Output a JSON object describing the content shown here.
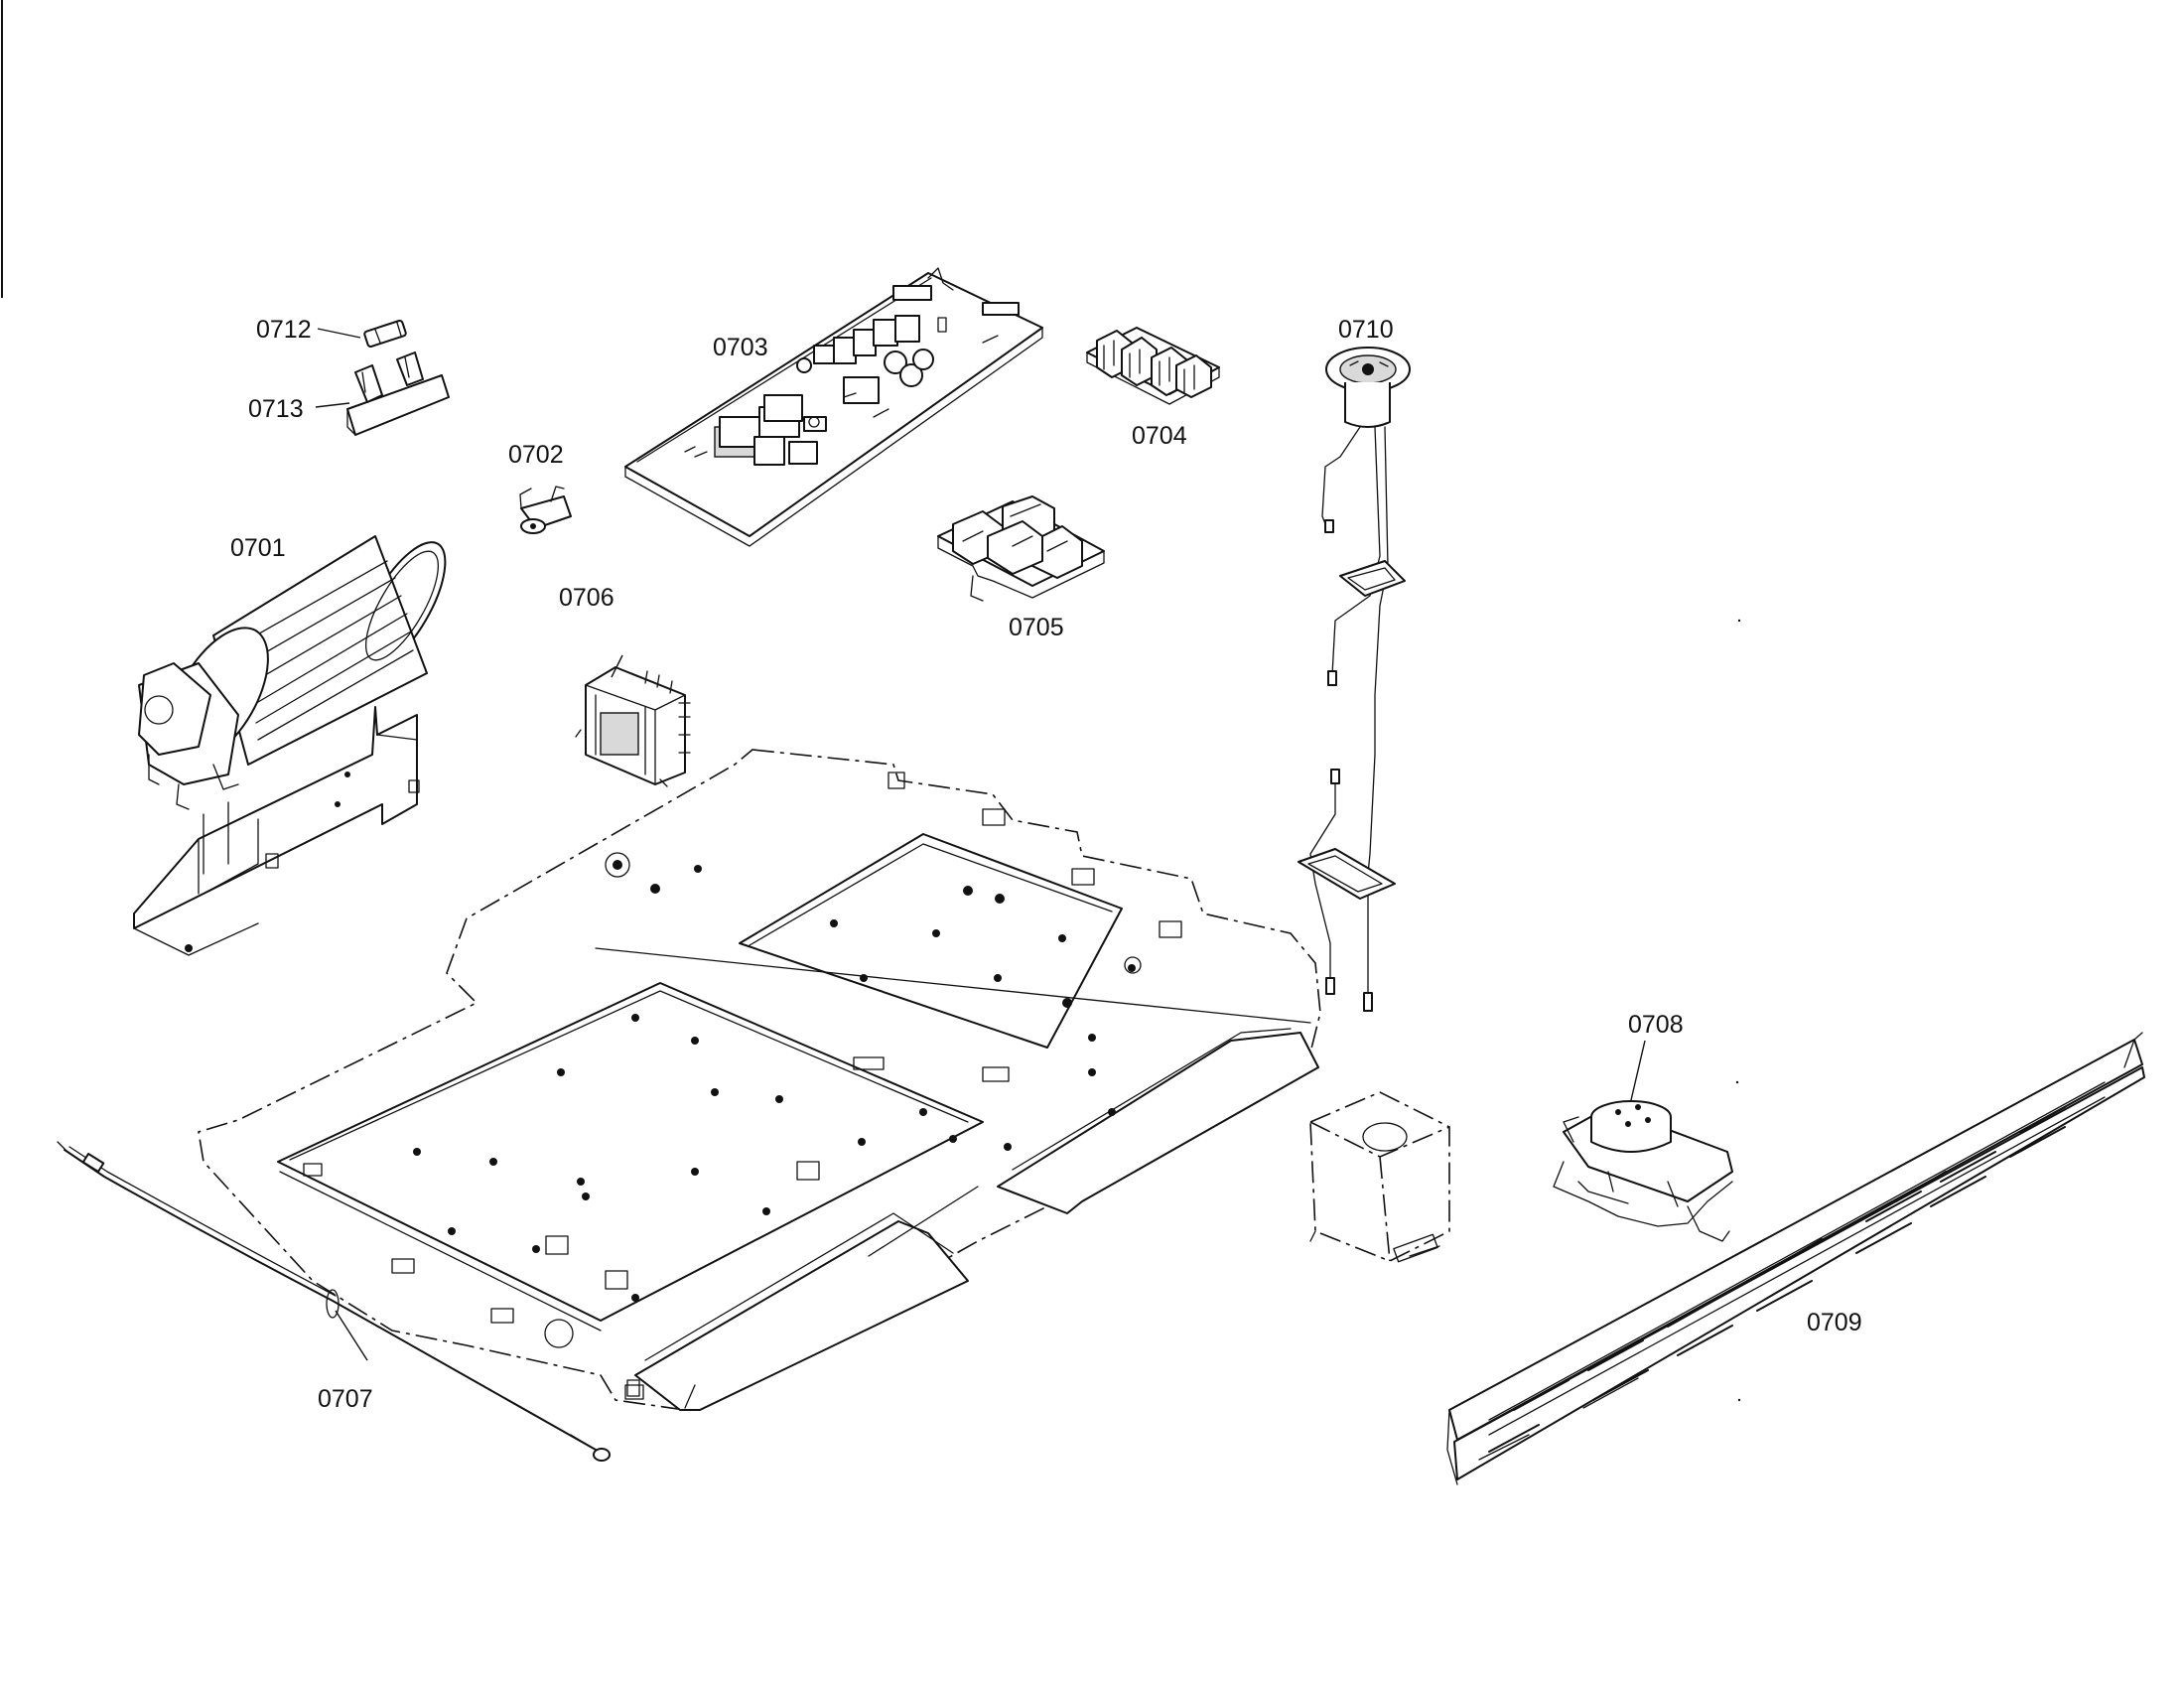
{
  "diagram": {
    "parts": [
      {
        "id": "0701",
        "label": "0701",
        "icon": "blower-fan-assembly-icon"
      },
      {
        "id": "0702",
        "label": "0702",
        "icon": "thermostat-icon"
      },
      {
        "id": "0703",
        "label": "0703",
        "icon": "control-board-icon"
      },
      {
        "id": "0704",
        "label": "0704",
        "icon": "relay-board-icon"
      },
      {
        "id": "0705",
        "label": "0705",
        "icon": "terminal-block-icon"
      },
      {
        "id": "0706",
        "label": "0706",
        "icon": "transformer-icon"
      },
      {
        "id": "0707",
        "label": "0707",
        "icon": "wire-harness-icon"
      },
      {
        "id": "0708",
        "label": "0708",
        "icon": "door-lock-motor-icon"
      },
      {
        "id": "0709",
        "label": "0709",
        "icon": "vent-trim-rail-icon"
      },
      {
        "id": "0710",
        "label": "0710",
        "icon": "lamp-socket-harness-icon"
      },
      {
        "id": "0712",
        "label": "0712",
        "icon": "fuse-icon"
      },
      {
        "id": "0713",
        "label": "0713",
        "icon": "fuse-holder-icon"
      }
    ]
  }
}
